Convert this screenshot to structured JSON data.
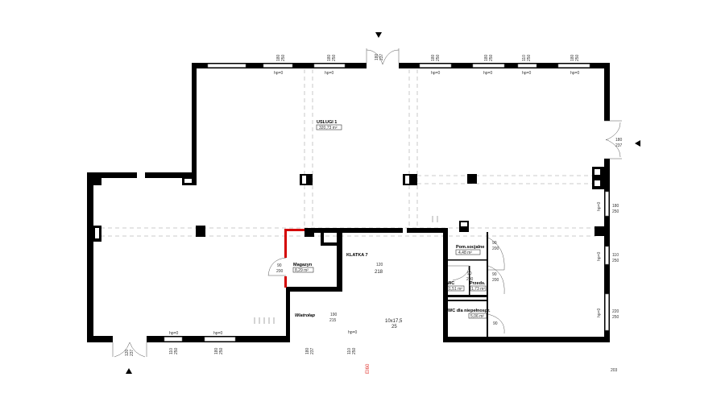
{
  "plan": {
    "rooms": {
      "uslugi": {
        "name": "USLUGI 1",
        "area": "320,73 m²"
      },
      "magazyn": {
        "name": "Magazyn",
        "area": "8,29 m²",
        "door_w": "90",
        "door_h": "200"
      },
      "klatka": {
        "name": "KLATKA 7",
        "dim1": "120",
        "dim2": "218",
        "stairs1": "10x17,5",
        "stairs2": "25",
        "hp": "hp=0"
      },
      "wiatrolap": {
        "name": "Wiatrołap",
        "dim1": "190",
        "dim2": "215"
      },
      "socjalne": {
        "name": "Pom.socjalne",
        "area": "4,48 m²",
        "door_w": "90",
        "door_h": "200"
      },
      "wc": {
        "name": "WC",
        "area": "1,51 m²",
        "door_w": "90",
        "door_h": "200"
      },
      "przeds": {
        "name": "Przeds.",
        "area": "1,73 m²",
        "door_w": "90",
        "door_h": "200"
      },
      "wc_np": {
        "name": "WC dla niepełnospr.",
        "area": "5,06 m²",
        "door_w": "90"
      }
    },
    "openings": {
      "top": [
        {
          "w": "180",
          "h": "250",
          "hp": "hp=0"
        },
        {
          "w": "180",
          "h": "250",
          "hp": "hp=0"
        },
        {
          "w": "180",
          "h": "237"
        },
        {
          "w": "180",
          "h": "250",
          "hp": "hp=0"
        },
        {
          "w": "180",
          "h": "250",
          "hp": "hp=0"
        },
        {
          "w": "110",
          "h": "250",
          "hp": "hp=0"
        },
        {
          "w": "180",
          "h": "250",
          "hp": "hp=0"
        }
      ],
      "right": [
        {
          "w": "180",
          "h": "237"
        },
        {
          "w": "180",
          "h": "250",
          "hp": "hp=0"
        },
        {
          "w": "110",
          "h": "250",
          "hp": "hp=0"
        },
        {
          "w": "220",
          "h": "250",
          "hp": "hp=0"
        }
      ],
      "bottom": [
        {
          "w": "120",
          "h": "237"
        },
        {
          "w": "110",
          "h": "250",
          "hp": "hp=0"
        },
        {
          "w": "180",
          "h": "250",
          "hp": "hp=0"
        },
        {
          "w": "180",
          "h": "237"
        },
        {
          "w": "110",
          "h": "250"
        }
      ]
    },
    "fire_rating": "EI60",
    "sheet_no": "203",
    "colors": {
      "wall": "#000000",
      "highlight": "#d40000",
      "fire": "#e0302a"
    }
  }
}
